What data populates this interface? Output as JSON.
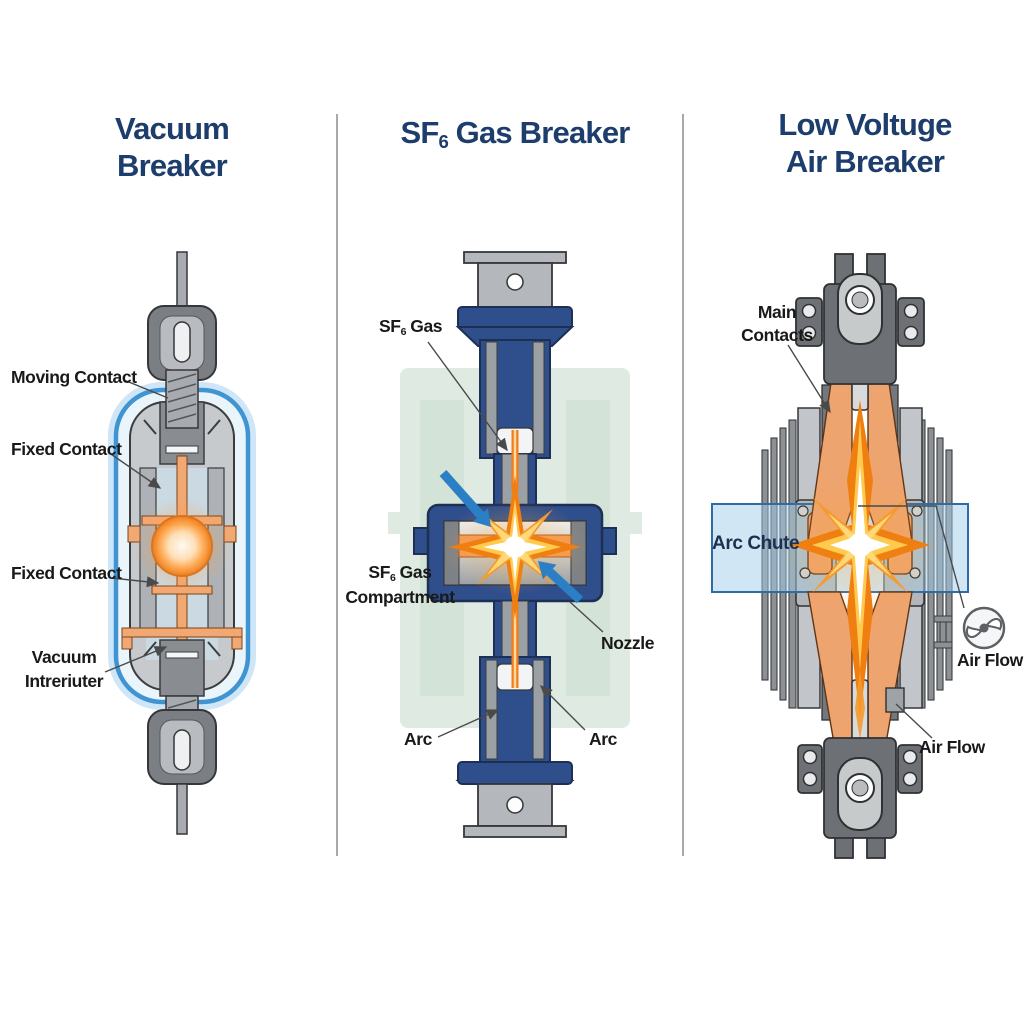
{
  "page": {
    "background": "#ffffff"
  },
  "panels": [
    {
      "title_line1": "Vacuum",
      "title_line2": "Breaker",
      "labels": {
        "moving_contact": "Moving Contact",
        "fixed_contact_upper": "Fixed Contact",
        "fixed_contact_lower": "Fixed Contact",
        "interrupter_line1": "Vacuum",
        "interrupter_line2": "Intreriuter"
      }
    },
    {
      "title_prefix": "SF",
      "title_subscript": "6",
      "title_suffix": "Gas Breaker",
      "labels": {
        "gas_prefix": "SF",
        "gas_subscript": "6",
        "gas_suffix": "Gas",
        "compartment_prefix": "SF",
        "compartment_subscript": "6",
        "compartment_suffix": "Gas",
        "compartment_line2": "Compartment",
        "nozzle": "Nozzle",
        "arc_left": "Arc",
        "arc_right": "Arc"
      }
    },
    {
      "title_line1": "Low Voltuge",
      "title_line2": "Air Breaker",
      "labels": {
        "main_contacts_line1": "Main",
        "main_contacts_line2": "Contacts",
        "arc_chute": "Arc Chute",
        "air_flow_top": "Air Flow",
        "air_flow_bottom": "Air Flow"
      }
    }
  ],
  "colors": {
    "title_navy": "#1d3d6d",
    "label_black": "#191919",
    "vacuum_envelope_blue": "#3f94d1",
    "sf6_body_navy": "#2f4e8c",
    "copper_orange": "#eda46f",
    "arc_orange": "#f07f12",
    "arc_core_white": "#ffffff",
    "compartment_green": "#d9e6dd",
    "arc_chute_fill": "#a4cde9",
    "arc_chute_border": "#2e6da4",
    "flow_arrow_blue": "#2b7fc4",
    "metal_gray": "#c6cacd",
    "dark_gray": "#6d7175"
  }
}
